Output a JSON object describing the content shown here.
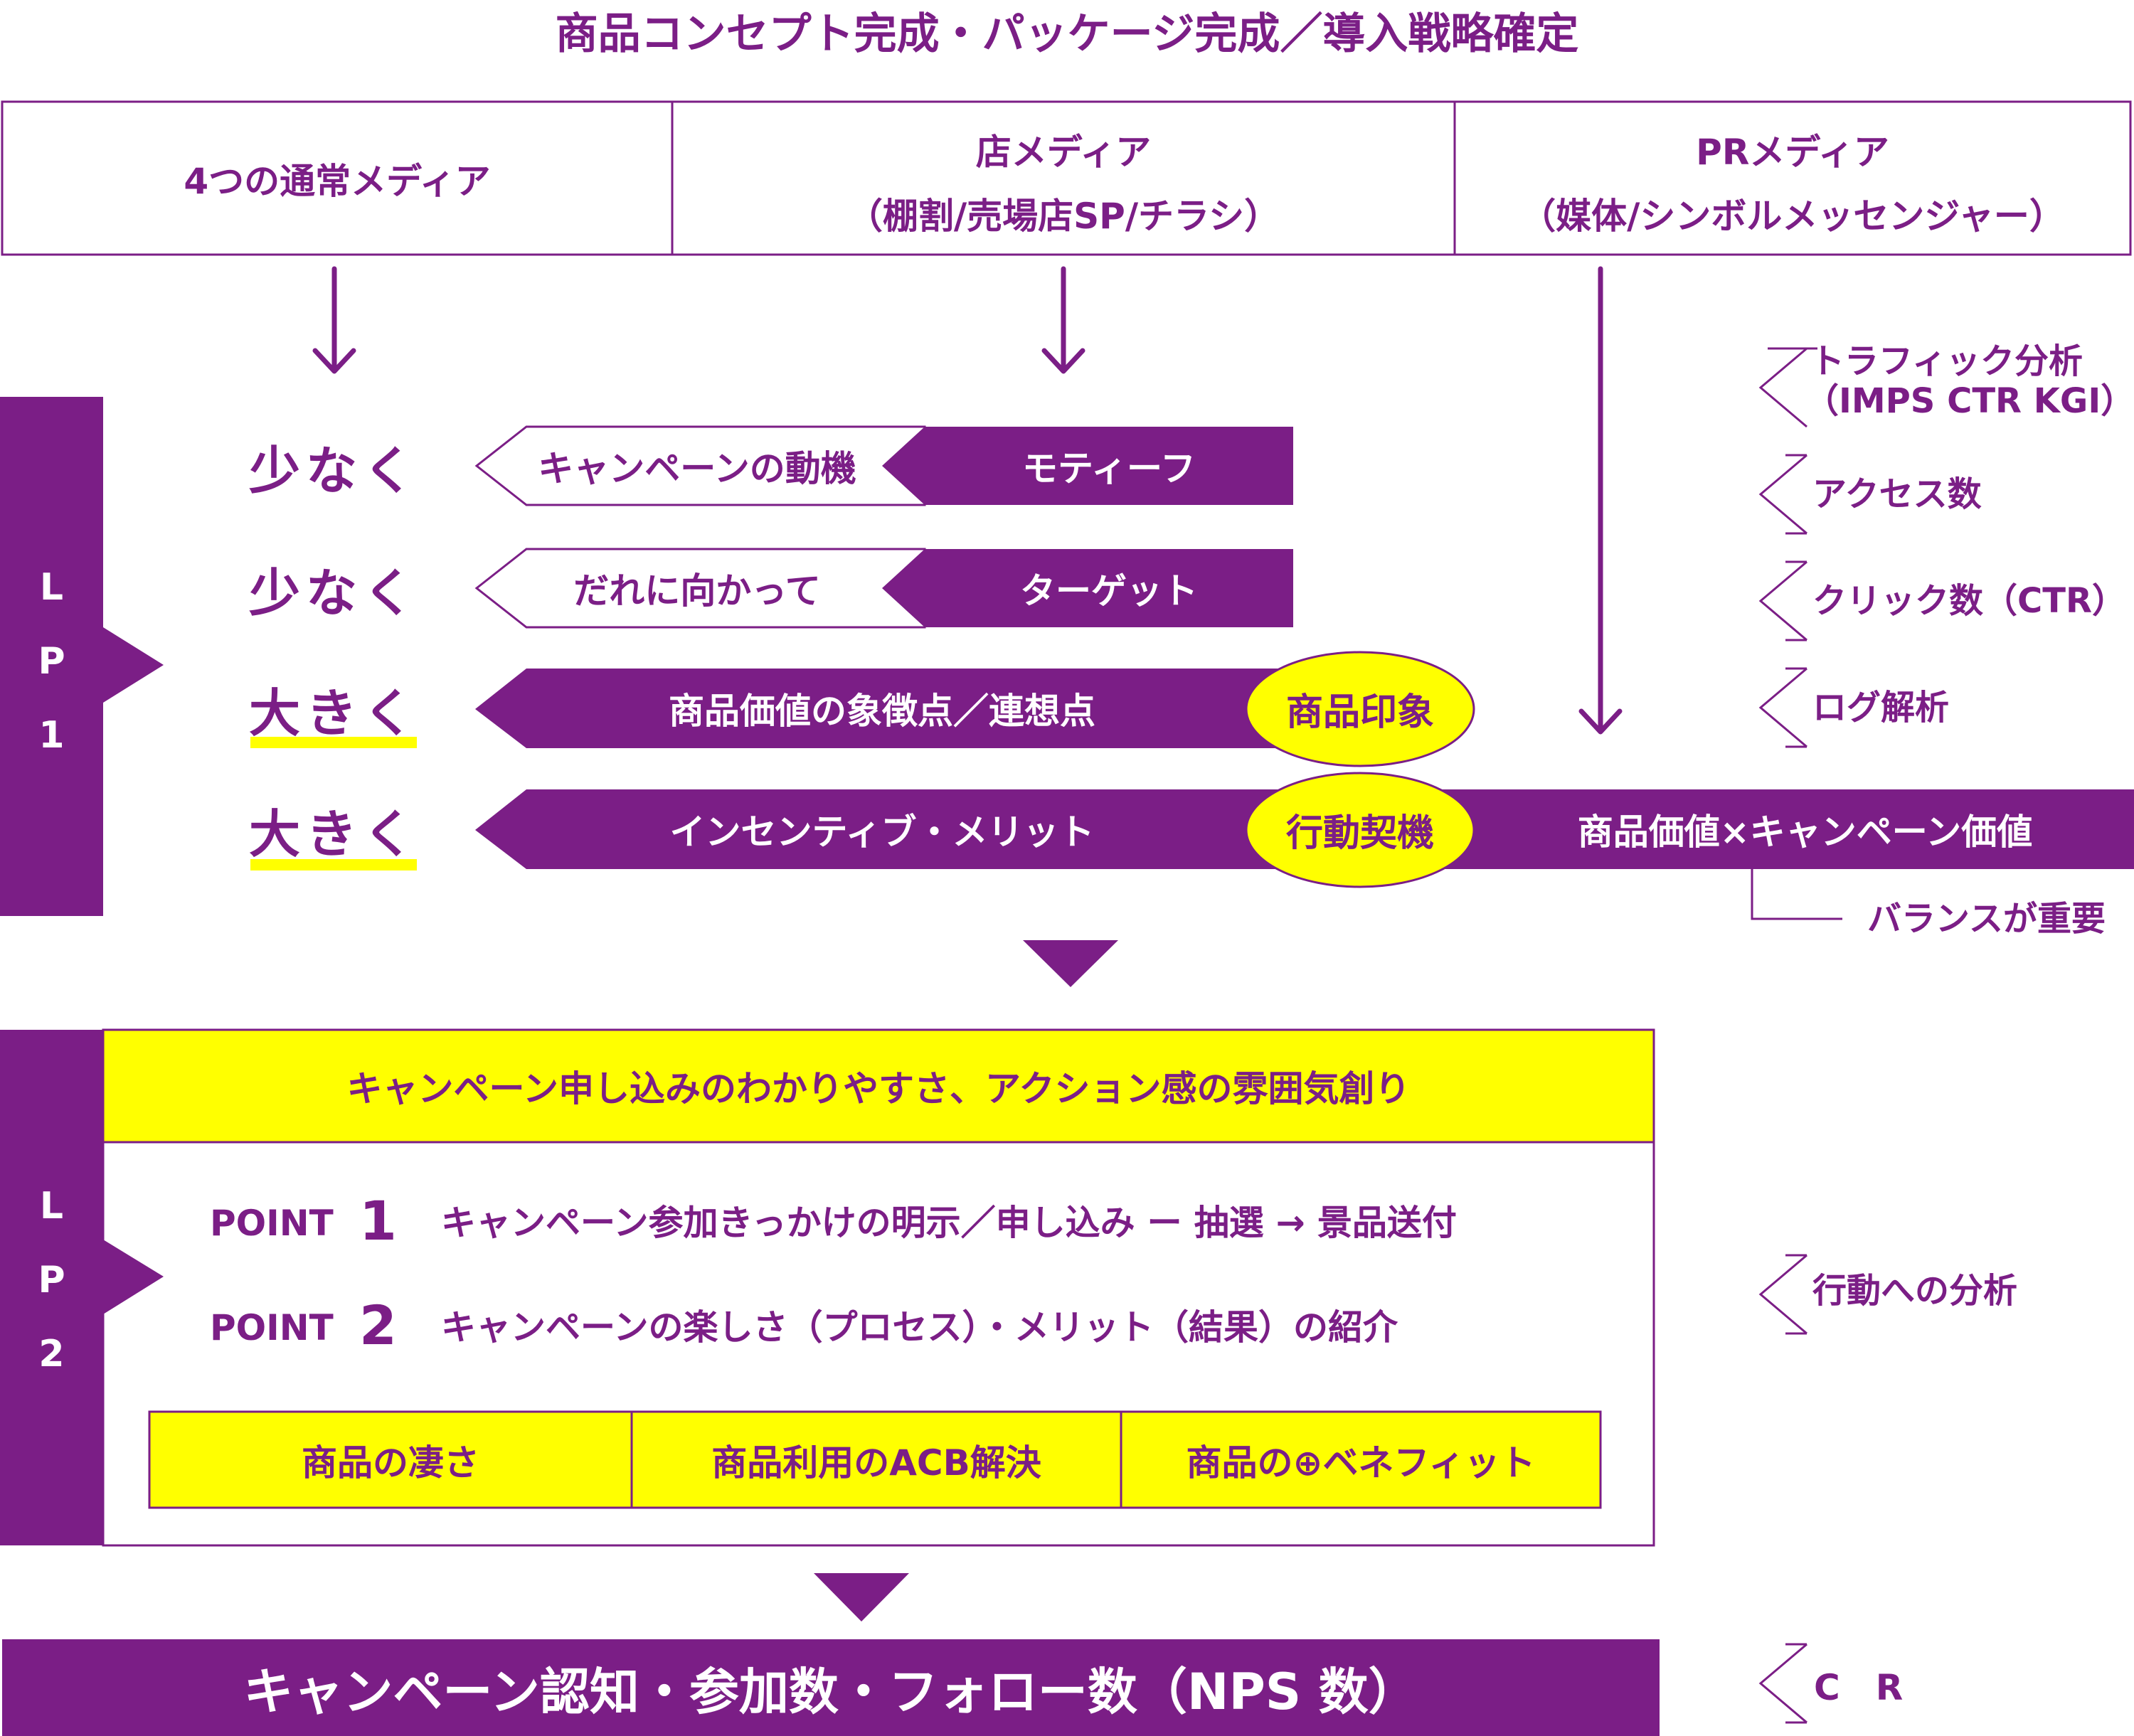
{
  "title": "商品コンセプト完成・パッケージ完成／導入戦略確定",
  "media": [
    {
      "line1": "4つの通常メディア",
      "line2": ""
    },
    {
      "line1": "店メディア",
      "line2": "（棚割/売場店SP/チラシ）"
    },
    {
      "line1": "PRメディア",
      "line2": "（媒体/シンボルメッセンジャー）"
    }
  ],
  "lp1": {
    "label": [
      "L",
      "P",
      "1"
    ],
    "rows": [
      {
        "left": "少なく",
        "outline": "キャンペーンの動機",
        "solid": "モティーフ"
      },
      {
        "left": "少なく",
        "outline": "だれに向かって",
        "solid": "ターゲット"
      },
      {
        "left": "大きく",
        "solid": "商品価値の象徴点／連想点",
        "oval": "商品印象"
      },
      {
        "left": "大きく",
        "solid": "インセンティブ・メリット",
        "oval": "行動契機",
        "extension": "商品価値×キャンペーン価値"
      }
    ],
    "balance_note": "バランスが重要"
  },
  "metrics": [
    {
      "line1": "トラフィック分析",
      "line2": "（IMPS CTR KGI）"
    },
    {
      "line1": "アクセス数",
      "line2": ""
    },
    {
      "line1": "クリック数（CTR）",
      "line2": ""
    },
    {
      "line1": "ログ解析",
      "line2": ""
    }
  ],
  "lp2": {
    "label": [
      "L",
      "P",
      "2"
    ],
    "header": "キャンペーン申し込みのわかりやすさ、アクション感の雰囲気創り",
    "points": [
      {
        "word": "POINT",
        "num": "1",
        "text": "キャンペーン参加きっかけの明示／申し込み ー 抽選 → 景品送付"
      },
      {
        "word": "POINT",
        "num": "2",
        "text": "キャンペーンの楽しさ（プロセス）・メリット（結果）の紹介"
      }
    ],
    "cells": [
      "商品の凄さ",
      "商品利用のACB解決",
      "商品の⊕ベネフィット"
    ],
    "metric": "行動への分析"
  },
  "bottom": {
    "label": "キャンペーン認知・参加数・フォロー数（NPS 数）",
    "metric": "C　R"
  },
  "colors": {
    "purple": "#7b1e86",
    "yellow": "#ffff00",
    "white": "#ffffff"
  }
}
